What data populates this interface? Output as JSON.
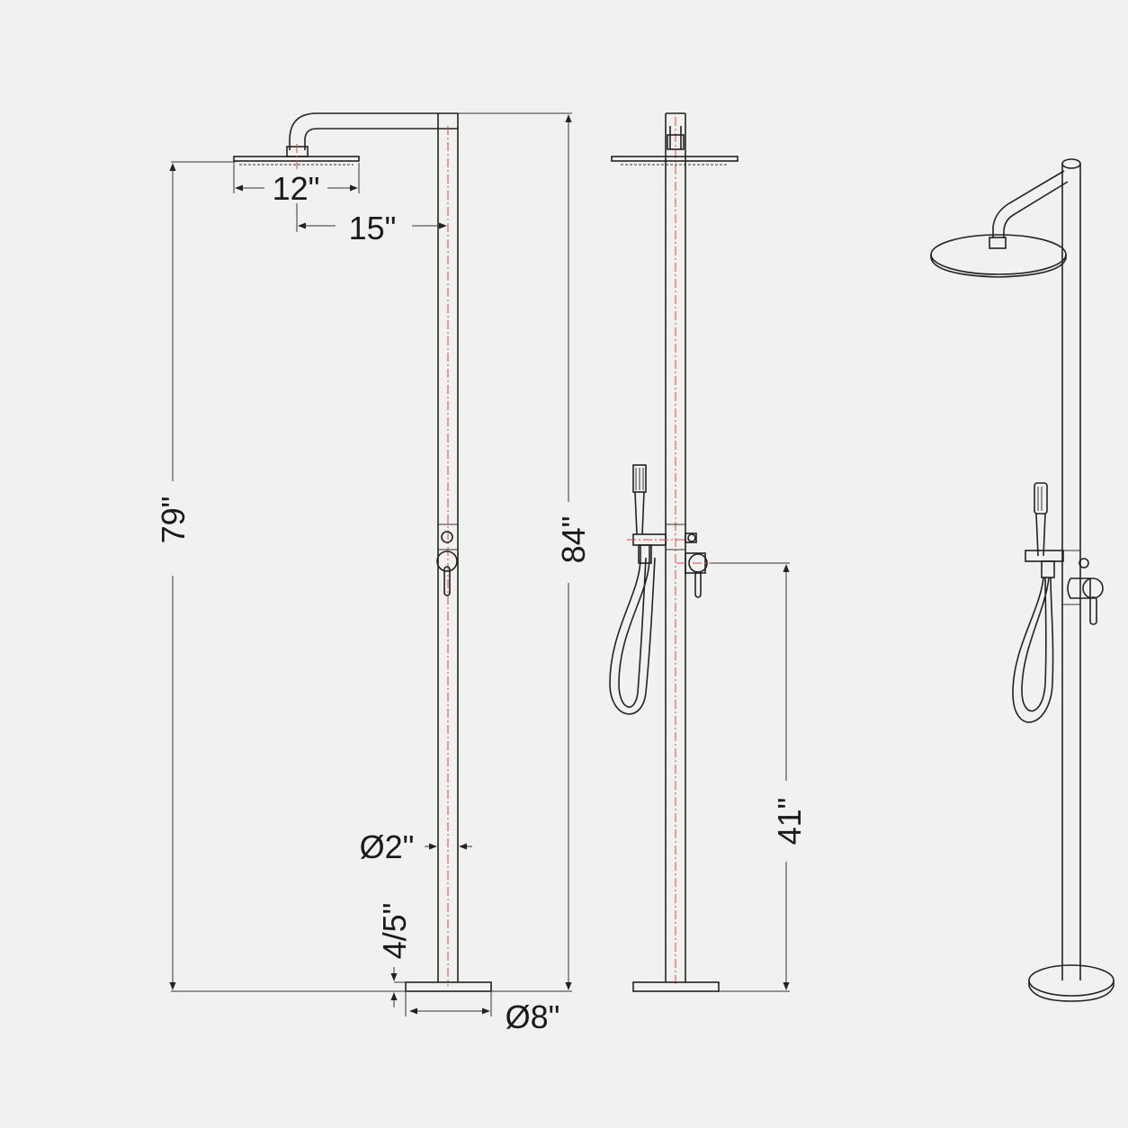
{
  "diagram": {
    "dimensions": {
      "head_diameter": "12\"",
      "arm_reach": "15\"",
      "head_height": "79\"",
      "total_height": "84\"",
      "column_diameter": "Ø2\"",
      "base_thickness": "4/5\"",
      "base_diameter": "Ø8\"",
      "valve_height": "41\""
    },
    "views": [
      "front-view",
      "side-view",
      "perspective-view"
    ],
    "colors": {
      "line": "#222222",
      "centerline": "#dd4444",
      "background": "#f1f1ef"
    }
  }
}
